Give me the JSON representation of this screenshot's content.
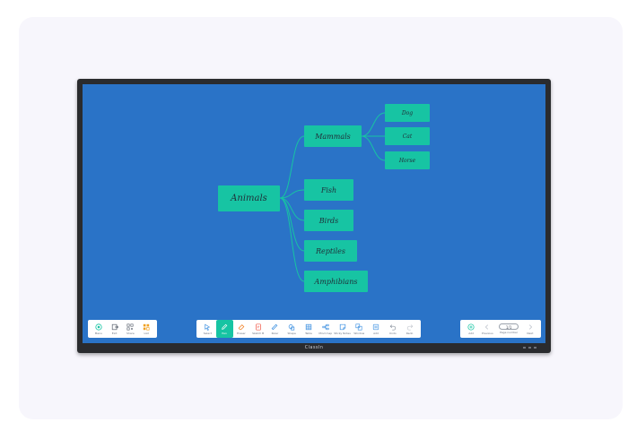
{
  "mind_map": {
    "root": "Animals",
    "mammals": "Mammals",
    "fish": "Fish",
    "birds": "Birds",
    "reptiles": "Reptiles",
    "amphibians": "Amphibians",
    "dog": "Dog",
    "cat": "Cat",
    "horse": "Horse"
  },
  "toolbar_left": {
    "menu": "Menu",
    "exit": "Exit",
    "share": "Share",
    "list": "List"
  },
  "toolbar_center": {
    "select": "Select",
    "pen": "Pen",
    "eraser": "Eraser",
    "sketch": "Sketch B",
    "ruler": "Ruler",
    "shape": "Shape",
    "table": "Table",
    "mind_map": "Mind map",
    "sticky": "Sticky Notes",
    "window": "Window",
    "add": "Add",
    "undo": "Undo",
    "redo": "Redo"
  },
  "toolbar_right": {
    "add": "Add",
    "previous": "Previous",
    "page": "1/1",
    "page_label": "Page number",
    "next": "Next"
  },
  "colors": {
    "screen": "#2a73c7",
    "node": "#17c4a3",
    "connector": "#17c4a3",
    "active_tool": "#17c4a3"
  }
}
